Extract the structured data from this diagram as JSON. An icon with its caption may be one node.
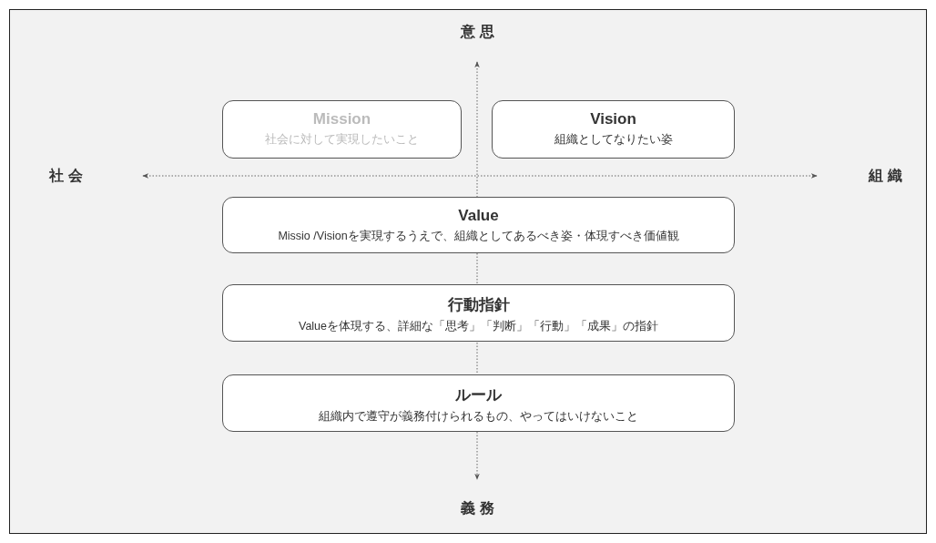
{
  "diagram": {
    "nodes": [
      {
        "text": [
          "Mission",
          "社会に対して実現したいこと"
        ]
      },
      {
        "text": [
          "Vision",
          "組織としてなりたい姿"
        ]
      },
      {
        "text": [
          "Value",
          "Missio /Visionを実現するうえで、組織としてあるべき姿・体現すべき価値観"
        ]
      },
      {
        "text": [
          "行動指針",
          "Valueを体現する、詳細な「思考」「判断」「行動」「成果」の指針"
        ]
      },
      {
        "text": [
          "ルール",
          "組織内で遵守が義務付けられるもの、やってはいけないこと"
        ]
      }
    ],
    "labels": [
      "意思",
      "社会",
      "組織",
      "義務"
    ]
  }
}
